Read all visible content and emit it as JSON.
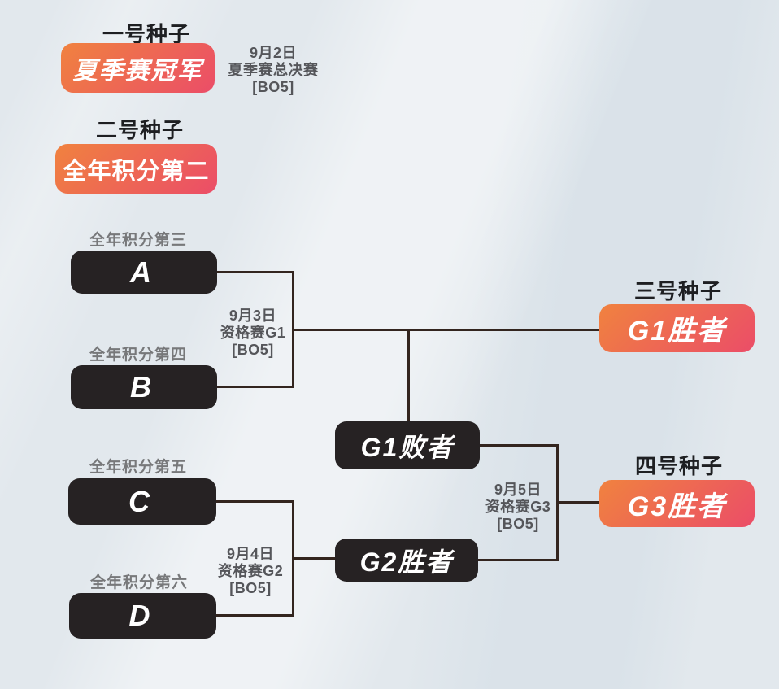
{
  "colors": {
    "background": "#e2e8ed",
    "accent_gradient_start": "#f0823f",
    "accent_gradient_end": "#eb4d68",
    "dark_box": "#262223",
    "connector_line": "#33251f",
    "seed_label_text": "#1e1f22",
    "team_label_text": "#77787a",
    "match_info_text": "#55565a"
  },
  "seeds": [
    {
      "label": "一号种子",
      "value": "夏季赛冠军"
    },
    {
      "label": "二号种子",
      "value": "全年积分第二"
    },
    {
      "label": "三号种子",
      "value": "G1胜者"
    },
    {
      "label": "四号种子",
      "value": "G3胜者"
    }
  ],
  "teams": [
    {
      "label": "全年积分第三",
      "name": "A"
    },
    {
      "label": "全年积分第四",
      "name": "B"
    },
    {
      "label": "全年积分第五",
      "name": "C"
    },
    {
      "label": "全年积分第六",
      "name": "D"
    }
  ],
  "bracket_nodes": [
    {
      "name": "G1败者"
    },
    {
      "name": "G2胜者"
    }
  ],
  "matches": [
    {
      "date": "9月2日",
      "name": "夏季赛总决赛",
      "format": "[BO5]"
    },
    {
      "date": "9月3日",
      "name": "资格赛G1",
      "format": "[BO5]"
    },
    {
      "date": "9月4日",
      "name": "资格赛G2",
      "format": "[BO5]"
    },
    {
      "date": "9月5日",
      "name": "资格赛G3",
      "format": "[BO5]"
    }
  ]
}
